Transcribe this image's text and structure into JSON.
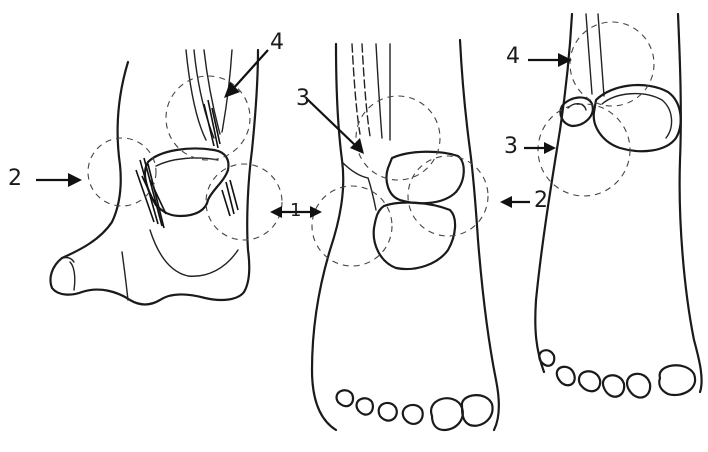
{
  "labels": {
    "left_2": "2",
    "left_4": "4",
    "mid_3": "3",
    "mid_1": "1",
    "mid_2": "2",
    "right_4": "4",
    "right_3": "3"
  }
}
